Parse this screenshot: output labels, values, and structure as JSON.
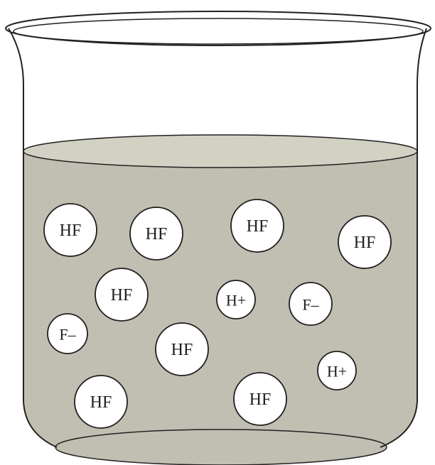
{
  "colors": {
    "liquid": "#c1bfb2",
    "liquid_surface": "#d2d2c4",
    "outline": "#231f20",
    "particle_fill": "#ffffff",
    "background": "#ffffff"
  },
  "particles": [
    {
      "label": "HF",
      "kind": "molecule"
    },
    {
      "label": "HF",
      "kind": "molecule"
    },
    {
      "label": "HF",
      "kind": "molecule"
    },
    {
      "label": "HF",
      "kind": "molecule"
    },
    {
      "label": "HF",
      "kind": "molecule"
    },
    {
      "label": "H+",
      "kind": "cation"
    },
    {
      "label": "F–",
      "kind": "anion"
    },
    {
      "label": "F–",
      "kind": "anion"
    },
    {
      "label": "HF",
      "kind": "molecule"
    },
    {
      "label": "H+",
      "kind": "cation"
    },
    {
      "label": "HF",
      "kind": "molecule"
    },
    {
      "label": "HF",
      "kind": "molecule"
    }
  ]
}
